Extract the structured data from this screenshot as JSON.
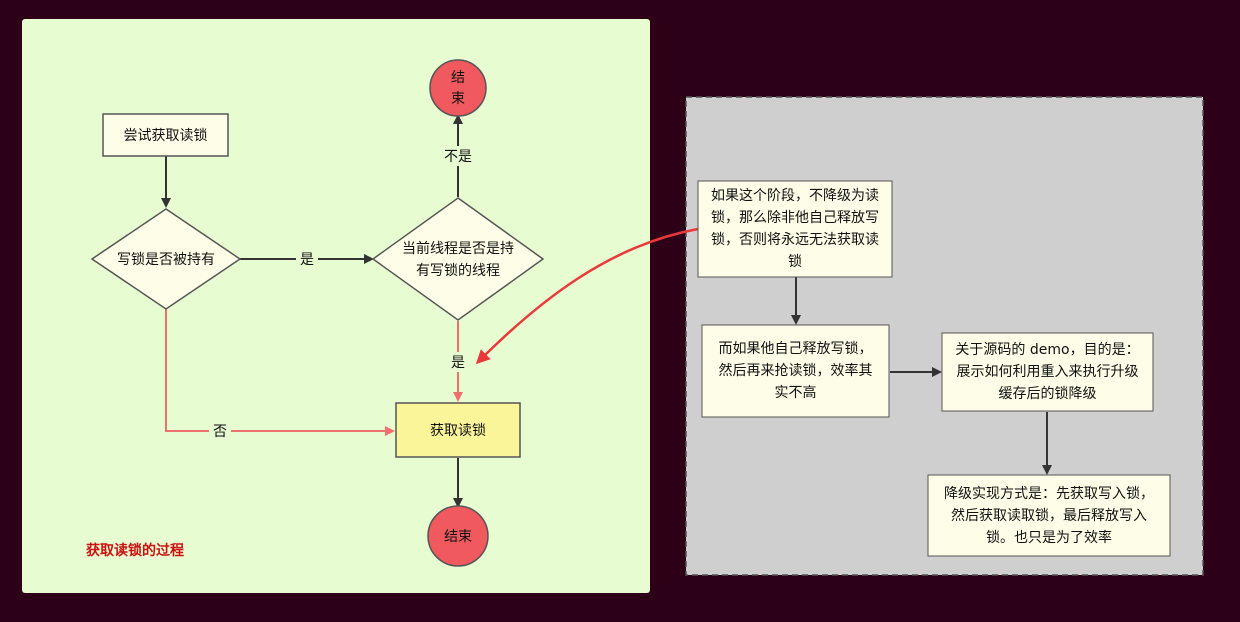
{
  "flow": {
    "start_label": "尝试获取读锁",
    "decision1_label": "写锁是否被持有",
    "decision2_line1": "当前线程是否是持",
    "decision2_line2": "有写锁的线程",
    "end_top_line1": "结",
    "end_top_line2": "束",
    "acquire_label": "获取读锁",
    "end_bottom_label": "结束",
    "yes_label_1": "是",
    "yes_label_2": "是",
    "no_label_1": "不是",
    "no_label_2": "否",
    "caption": "获取读锁的过程"
  },
  "notes": {
    "note1": "如果这个阶段，不降级为读锁，那么除非他自己释放写锁，否则将永远无法获取读锁",
    "note2": "而如果他自己释放写锁，然后再来抢读锁，效率其实不高",
    "note3": "关于源码的 demo，目的是：展示如何利用重入来执行升级缓存后的锁降级",
    "note4": "降级实现方式是：先获取写入锁，然后获取读取锁，最后释放写入锁。也只是为了效率"
  },
  "colors": {
    "background": "#2d0018",
    "left_panel": "#e8fcd2",
    "right_panel": "#cfcfcf",
    "node_fill": "#fdfde8",
    "end_fill": "#f05a5e",
    "acquire_fill": "#fbf59a",
    "red_line": "#f07070",
    "red_arrow": "#e83a3a",
    "caption": "#cc1111"
  }
}
